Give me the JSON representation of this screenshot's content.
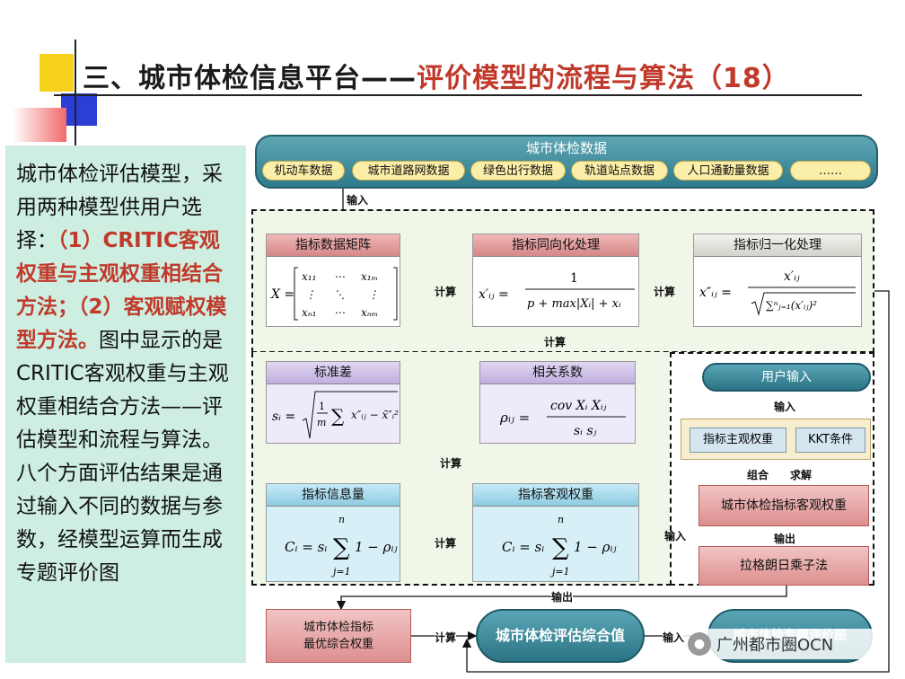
{
  "title": {
    "part1": "三、城市体检信息平台——",
    "part2": "评价模型的流程与算法（18）"
  },
  "description": {
    "text1": "城市体检评估模型，采用两种模型供用户选择：",
    "highlight": "（1）CRITIC客观权重与主观权重相结合方法；（2）客观赋权模型方法。",
    "text2": "图中显示的是CRITIC客观权重与主观权重相结合方法——评估模型和流程与算法。八个方面评估结果是通过输入不同的数据与参数，经模型运算而生成专题评价图"
  },
  "data_source": {
    "title": "城市体检数据",
    "items": [
      "机动车数据",
      "城市道路网数据",
      "绿色出行数据",
      "轨道站点数据",
      "人口通勤量数据",
      "……"
    ]
  },
  "boxes": {
    "matrix": {
      "title": "指标数据矩阵"
    },
    "same_direction": {
      "title": "指标同向化处理"
    },
    "normalize": {
      "title": "指标归一化处理"
    },
    "std": {
      "title": "标准差"
    },
    "correlation": {
      "title": "相关系数"
    },
    "info": {
      "title": "指标信息量"
    },
    "objective_weight": {
      "title": "指标客观权重"
    }
  },
  "user_side": {
    "user_input": "用户输入",
    "subjective_weight": "指标主观权重",
    "kkt": "KKT条件",
    "objective_city": "城市体检指标客观权重",
    "lagrange": "拉格朗日乘子法"
  },
  "bottom": {
    "optimal_line1": "城市体检指标",
    "optimal_line2": "最优综合权重",
    "composite": "城市体检评估综合值",
    "special_map": "城市体检专题评价图"
  },
  "labels": {
    "input": "输入",
    "compute": "计算",
    "output": "输出",
    "combine": "组合",
    "solve": "求解"
  },
  "watermark": "广州都市圈OCN"
}
